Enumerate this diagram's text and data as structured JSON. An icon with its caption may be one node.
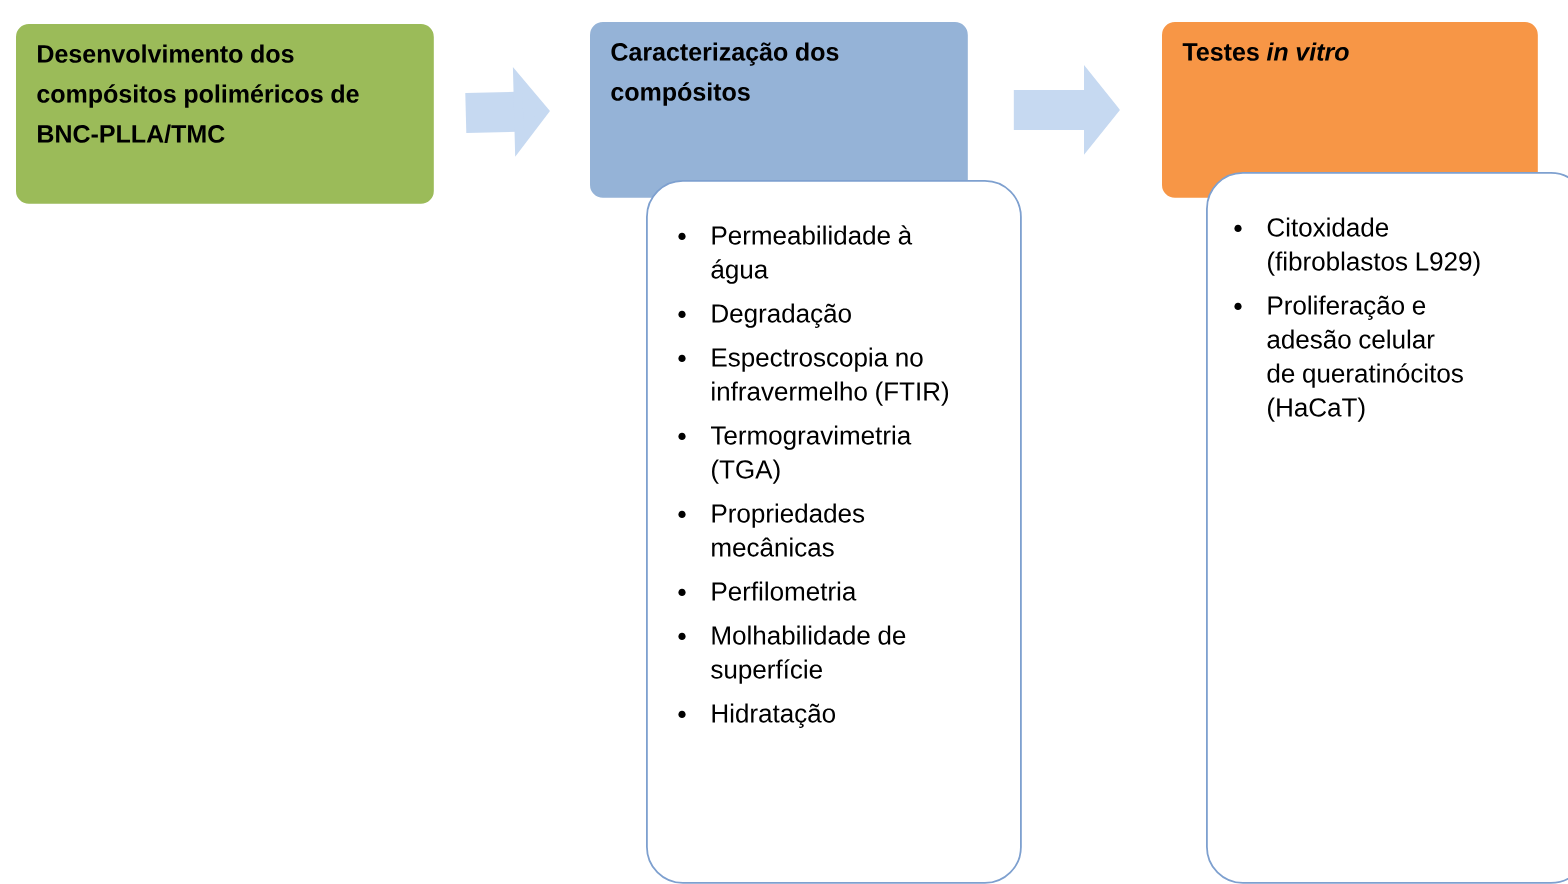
{
  "diagram": {
    "nodes": [
      {
        "text": [
          "Desenvolvimento dos compósitos poliméricos de BNC-PLLA/TMC"
        ]
      },
      {
        "text": [
          "Caracterização dos compósitos"
        ]
      },
      {
        "text": [
          "Permeabilidade à água",
          "Degradação",
          "Espectroscopia no infravermelho (FTIR)",
          "Termogravimetria (TGA)",
          "Propriedades mecânicas",
          "Perfilometria",
          "Molhabilidade de superfície",
          "Hidratação"
        ]
      },
      {
        "text": [
          "Testes *in vitro*"
        ]
      },
      {
        "text": [
          "Citoxidade (fibroblastos L929)",
          "Proliferação e adesão celular de queratinócitos (HaCaT)"
        ]
      }
    ],
    "edges": [
      {
        "from": 0,
        "to": 1,
        "arrow": "to"
      },
      {
        "from": 1,
        "to": 3,
        "arrow": "to"
      }
    ]
  }
}
